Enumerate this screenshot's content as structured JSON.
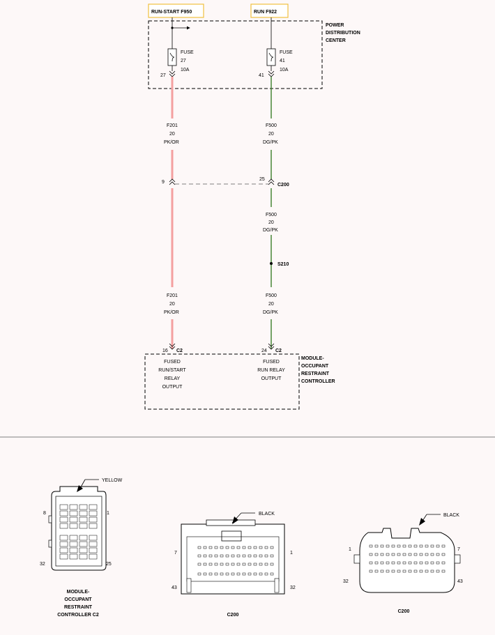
{
  "colors": {
    "background": "#fdf8f8",
    "pk_or_wire": "#f4a0a0",
    "dg_pk_wire": "#3a7d28",
    "label_border": "#f0c040"
  },
  "sources": {
    "left": "RUN-START F950",
    "right": "RUN F922"
  },
  "pdc": {
    "title_lines": [
      "POWER",
      "DISTRIBUTION",
      "CENTER"
    ],
    "fuse_left": {
      "word": "FUSE",
      "num": "27",
      "amp": "10A",
      "pin": "27"
    },
    "fuse_right": {
      "word": "FUSE",
      "num": "41",
      "amp": "10A",
      "pin": "41"
    }
  },
  "wires": {
    "left_top": {
      "circuit": "F201",
      "gauge": "20",
      "color": "PK/OR"
    },
    "right_top": {
      "circuit": "F500",
      "gauge": "20",
      "color": "DG/PK"
    },
    "right_mid": {
      "circuit": "F500",
      "gauge": "20",
      "color": "DG/PK"
    },
    "left_bot": {
      "circuit": "F201",
      "gauge": "20",
      "color": "PK/OR"
    },
    "right_bot": {
      "circuit": "F500",
      "gauge": "20",
      "color": "DG/PK"
    }
  },
  "c200": {
    "name": "C200",
    "pin_left": "9",
    "pin_right": "25"
  },
  "splice": "S210",
  "module": {
    "title_lines": [
      "MODULE-",
      "OCCUPANT",
      "RESTRAINT",
      "CONTROLLER"
    ],
    "pin_left": "16",
    "pin_right": "24",
    "conn": "C2",
    "left_lines": [
      "FUSED",
      "RUN/START",
      "RELAY",
      "OUTPUT"
    ],
    "right_lines": [
      "FUSED",
      "RUN RELAY",
      "OUTPUT"
    ]
  },
  "connectors": {
    "c2": {
      "color": "YELLOW",
      "pin8": "8",
      "pin1": "1",
      "pin32": "32",
      "pin25": "25",
      "caption": [
        "MODULE-",
        "OCCUPANT",
        "RESTRAINT",
        "CONTROLLER C2"
      ]
    },
    "c200a": {
      "color": "BLACK",
      "pin7": "7",
      "pin1": "1",
      "pin43": "43",
      "pin32": "32",
      "caption": "C200"
    },
    "c200b": {
      "color": "BLACK",
      "pin1": "1",
      "pin7": "7",
      "pin32": "32",
      "pin43": "43",
      "caption": "C200"
    }
  }
}
